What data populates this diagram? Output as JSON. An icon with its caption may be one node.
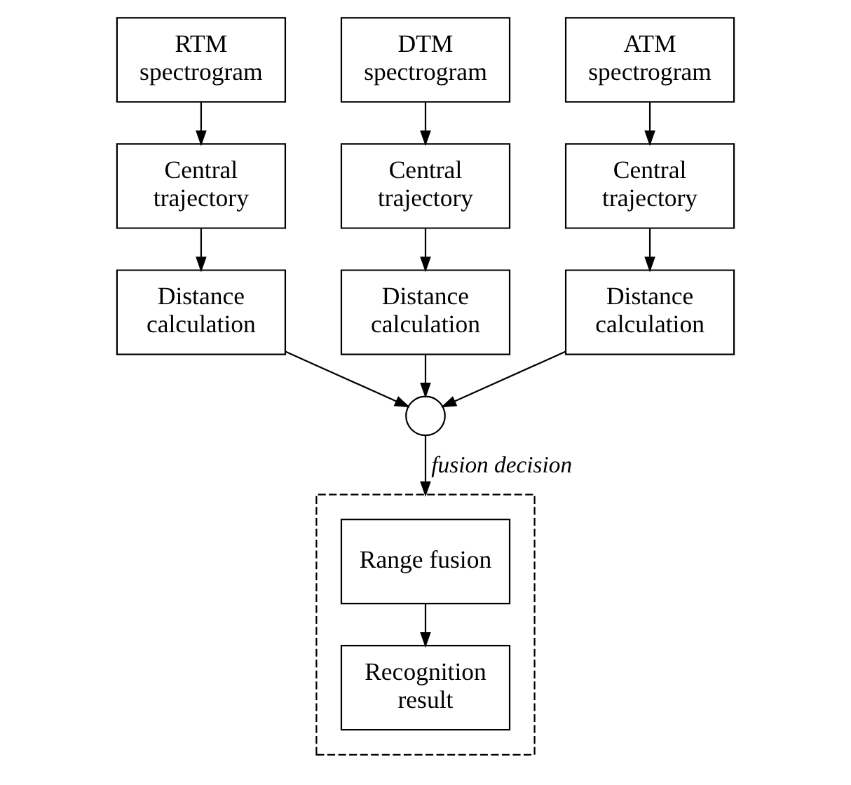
{
  "diagram": {
    "nodes": [
      {
        "text": [
          "RTM spectrogram"
        ]
      },
      {
        "text": [
          "DTM spectrogram"
        ]
      },
      {
        "text": [
          "ATM spectrogram"
        ]
      },
      {
        "text": [
          "Central trajectory"
        ]
      },
      {
        "text": [
          "Central trajectory"
        ]
      },
      {
        "text": [
          "Central trajectory"
        ]
      },
      {
        "text": [
          "Distance calculation"
        ]
      },
      {
        "text": [
          "Distance calculation"
        ]
      },
      {
        "text": [
          "Distance calculation"
        ]
      },
      {
        "text": [],
        "shape": "circle"
      },
      {
        "text": [],
        "shape": "box"
      },
      {
        "text": [
          "Range fusion"
        ],
        "in": 10
      },
      {
        "text": [
          "Recognition result"
        ],
        "in": 10
      }
    ],
    "edges": [
      {
        "from": 0,
        "to": 3,
        "arrow": "to"
      },
      {
        "from": 1,
        "to": 4,
        "arrow": "to"
      },
      {
        "from": 2,
        "to": 5,
        "arrow": "to"
      },
      {
        "from": 3,
        "to": 6,
        "arrow": "to"
      },
      {
        "from": 4,
        "to": 7,
        "arrow": "to"
      },
      {
        "from": 5,
        "to": 8,
        "arrow": "to"
      },
      {
        "from": 6,
        "to": 9,
        "arrow": "to"
      },
      {
        "from": 7,
        "to": 9,
        "arrow": "to"
      },
      {
        "from": 8,
        "to": 9,
        "arrow": "to"
      },
      {
        "from": 9,
        "to": 10,
        "arrow": "to",
        "label": "fusion decision"
      },
      {
        "from": 11,
        "to": 12,
        "arrow": "to"
      }
    ]
  }
}
